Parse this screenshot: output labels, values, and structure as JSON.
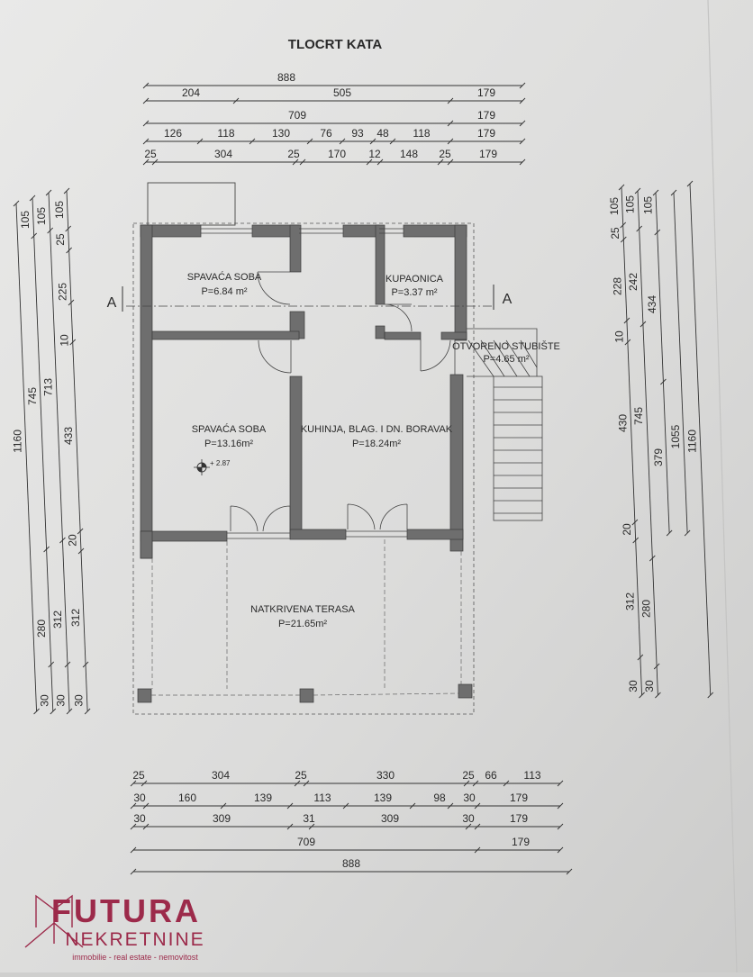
{
  "title": "TLOCRT KATA",
  "rooms": [
    {
      "name": "SPAVAĆA SOBA",
      "area": "P=6.84 m²"
    },
    {
      "name": "KUPAONICA",
      "area": "P=3.37 m²"
    },
    {
      "name": "OTVORENO STUBIŠTE",
      "area": "P=4.65 m²"
    },
    {
      "name": "SPAVAĆA SOBA",
      "area": "P=13.16m²"
    },
    {
      "name": "KUHINJA, BLAG. I DN. BORAVAK",
      "area": "P=18.24m²"
    },
    {
      "name": "NATKRIVENA TERASA",
      "area": "P=21.65m²"
    }
  ],
  "level_mark": "+ 2.87",
  "section_label": "A",
  "dims_top": [
    [
      "888"
    ],
    [
      "204",
      "505",
      "179"
    ],
    [
      "709",
      "179"
    ],
    [
      "126",
      "118",
      "130",
      "76",
      "93",
      "48",
      "118",
      "179"
    ],
    [
      "25",
      "304",
      "25",
      "170",
      "12",
      "148",
      "25",
      "179"
    ]
  ],
  "dims_bottom": [
    [
      "25",
      "304",
      "25",
      "330",
      "25",
      "66",
      "113"
    ],
    [
      "30",
      "160",
      "139",
      "113",
      "139",
      "98",
      "30",
      "179"
    ],
    [
      "30",
      "309",
      "31",
      "309",
      "30",
      "179"
    ],
    [
      "709",
      "179"
    ],
    [
      "888"
    ]
  ],
  "dims_left": [
    [
      "1160"
    ],
    [
      "105",
      "745",
      "280",
      "30"
    ],
    [
      "105",
      "713",
      "312",
      "30"
    ],
    [
      "105",
      "25",
      "225",
      "10",
      "433",
      "20",
      "312",
      "30"
    ]
  ],
  "dims_right": [
    [
      "105",
      "25",
      "228",
      "10",
      "430",
      "20",
      "312",
      "30"
    ],
    [
      "105",
      "242",
      "745",
      "280",
      "30"
    ],
    [
      "105",
      "434",
      "379"
    ],
    [
      "1055"
    ],
    [
      "1160"
    ]
  ],
  "logo": {
    "name": "FUTURA",
    "subtitle": "NEKRETNINE",
    "tagline": "immobilie - real estate - nemovitost",
    "color": "#9c2a4a"
  }
}
